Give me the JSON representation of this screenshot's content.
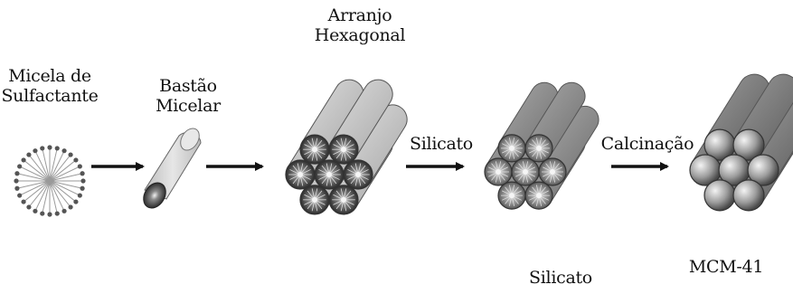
{
  "labels": {
    "surfactant_micelle": [
      "Micela de",
      "Sulfactante"
    ],
    "micellar_rod": [
      "Bastão",
      "Micelar"
    ],
    "hexagonal_array": [
      "Arranjo",
      "Hexagonal"
    ],
    "silicate_step": "Silicato",
    "calcination_step": "Calcinação",
    "silicate_bottom": "Silicato",
    "product": "MCM-41"
  },
  "colors": {
    "arrow": "#111111",
    "ink": "#111111",
    "rod_body": "#d4d4d4",
    "micelle_core": "#3a3a3a",
    "silicate_tube": "#8c8c8c",
    "calcined_tube": "#7a7a7a"
  }
}
